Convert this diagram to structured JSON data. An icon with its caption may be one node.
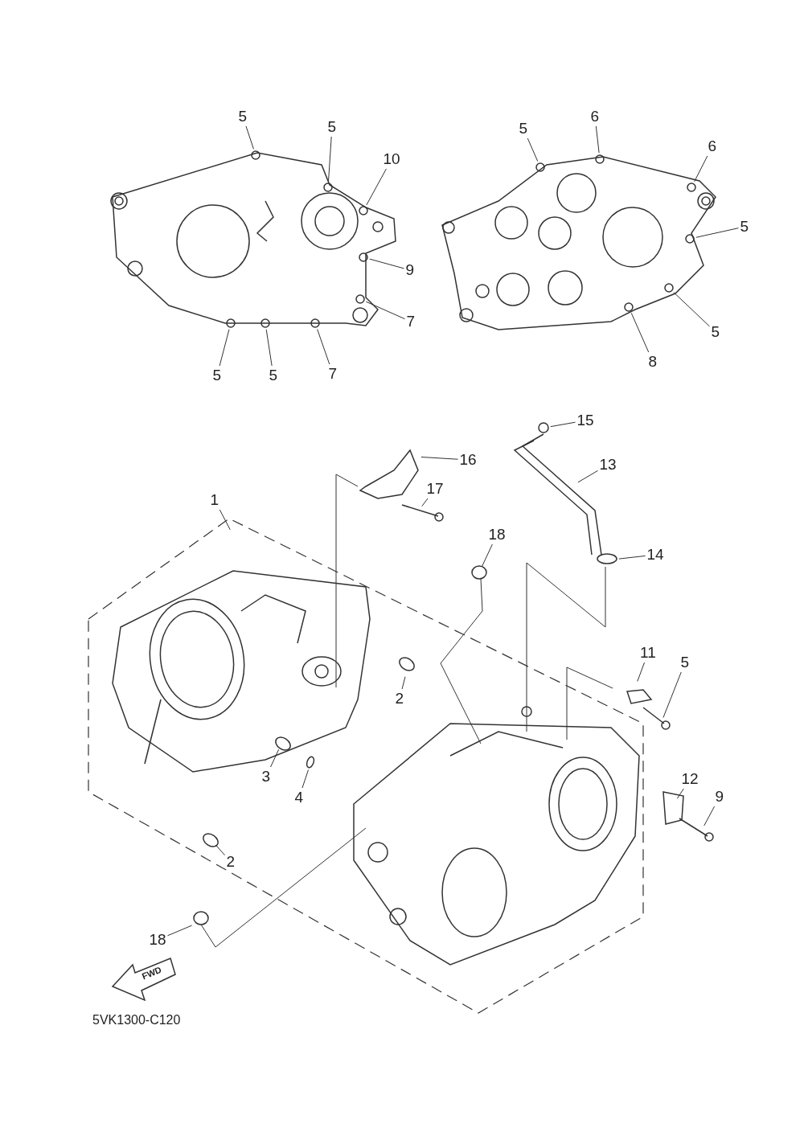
{
  "diagram": {
    "nodes": [
      {
        "text": [
          "5"
        ]
      },
      {
        "text": [
          "6"
        ]
      },
      {
        "text": [
          "5"
        ]
      },
      {
        "text": [
          "5"
        ]
      },
      {
        "text": [
          "6"
        ]
      },
      {
        "text": [
          "10"
        ]
      },
      {
        "text": [
          "5"
        ]
      },
      {
        "text": [
          "9"
        ]
      },
      {
        "text": [
          "7"
        ]
      },
      {
        "text": [
          "5"
        ]
      },
      {
        "text": [
          "5"
        ]
      },
      {
        "text": [
          "7"
        ]
      },
      {
        "text": [
          "8"
        ]
      },
      {
        "text": [
          "5"
        ]
      },
      {
        "text": [
          "15"
        ]
      },
      {
        "text": [
          "16"
        ]
      },
      {
        "text": [
          "13"
        ]
      },
      {
        "text": [
          "17"
        ]
      },
      {
        "text": [
          "1"
        ]
      },
      {
        "text": [
          "18"
        ]
      },
      {
        "text": [
          "14"
        ]
      },
      {
        "text": [
          "11"
        ]
      },
      {
        "text": [
          "5"
        ]
      },
      {
        "text": [
          "2"
        ]
      },
      {
        "text": [
          "3"
        ]
      },
      {
        "text": [
          "12"
        ]
      },
      {
        "text": [
          "9"
        ]
      },
      {
        "text": [
          "4"
        ]
      },
      {
        "text": [
          "2"
        ]
      },
      {
        "text": [
          "18"
        ]
      }
    ],
    "edges": [
      {
        "from": 0,
        "to": null,
        "arrow": "none"
      },
      {
        "from": 1,
        "to": null,
        "arrow": "none"
      },
      {
        "from": 2,
        "to": null,
        "arrow": "none"
      },
      {
        "from": 3,
        "to": null,
        "arrow": "none"
      },
      {
        "from": 4,
        "to": null,
        "arrow": "none"
      },
      {
        "from": 5,
        "to": null,
        "arrow": "none"
      },
      {
        "from": 6,
        "to": null,
        "arrow": "none"
      },
      {
        "from": 7,
        "to": null,
        "arrow": "none"
      },
      {
        "from": 8,
        "to": null,
        "arrow": "none"
      },
      {
        "from": 9,
        "to": null,
        "arrow": "none"
      },
      {
        "from": 10,
        "to": null,
        "arrow": "none"
      },
      {
        "from": 11,
        "to": null,
        "arrow": "none"
      },
      {
        "from": 12,
        "to": null,
        "arrow": "none"
      },
      {
        "from": 13,
        "to": null,
        "arrow": "none"
      },
      {
        "from": 14,
        "to": null,
        "arrow": "none"
      },
      {
        "from": 15,
        "to": null,
        "arrow": "none"
      },
      {
        "from": 16,
        "to": null,
        "arrow": "none"
      },
      {
        "from": 17,
        "to": null,
        "arrow": "none"
      },
      {
        "from": 18,
        "to": null,
        "arrow": "none"
      },
      {
        "from": 19,
        "to": null,
        "arrow": "none"
      },
      {
        "from": 20,
        "to": null,
        "arrow": "none"
      },
      {
        "from": 21,
        "to": null,
        "arrow": "none"
      },
      {
        "from": 22,
        "to": null,
        "arrow": "none"
      },
      {
        "from": 23,
        "to": null,
        "arrow": "none"
      },
      {
        "from": 24,
        "to": null,
        "arrow": "none"
      },
      {
        "from": 25,
        "to": null,
        "arrow": "none"
      },
      {
        "from": 26,
        "to": null,
        "arrow": "none"
      },
      {
        "from": 27,
        "to": null,
        "arrow": "none"
      },
      {
        "from": 28,
        "to": null,
        "arrow": "none"
      },
      {
        "from": 29,
        "to": null,
        "arrow": "none"
      }
    ],
    "labels": [
      "FWD",
      "5VK1300-C120"
    ]
  }
}
